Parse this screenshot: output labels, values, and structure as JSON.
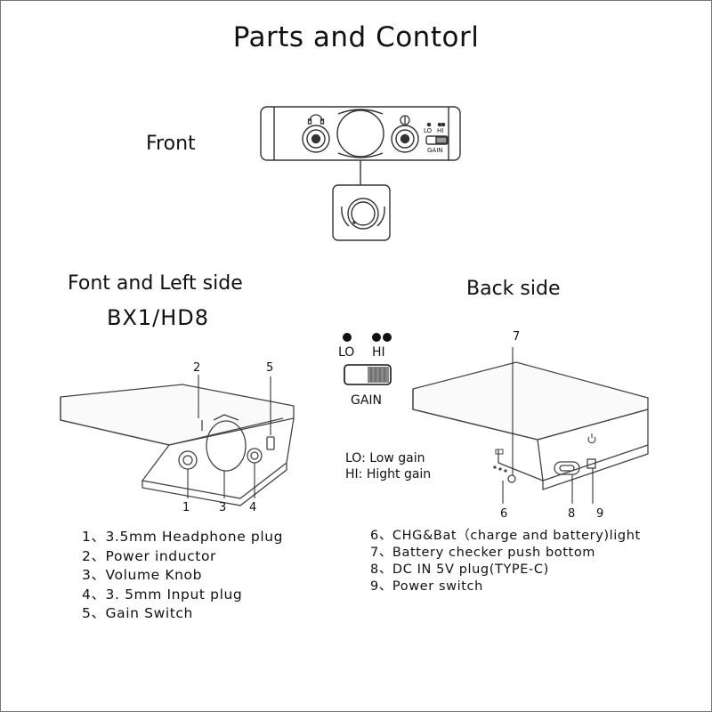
{
  "title": "Parts and Contorl",
  "front": {
    "label": "Front",
    "panel_text": {
      "lo": "LO",
      "hi": "HI",
      "gain": "GAIN"
    }
  },
  "left_section": {
    "label": "Font and Left side",
    "model": "BX1/HD8",
    "callouts": [
      "1",
      "2",
      "3",
      "4",
      "5"
    ]
  },
  "back_section": {
    "label": "Back side",
    "callouts": [
      "6",
      "7",
      "8",
      "9"
    ]
  },
  "gain_switch": {
    "lo": "LO",
    "hi": "HI",
    "gain": "GAIN",
    "legend": [
      "LO: Low gain",
      "HI: Hight gain"
    ]
  },
  "parts_left": [
    "1、3.5mm Headphone plug",
    "2、Power inductor",
    "3、Volume Knob",
    "4、3. 5mm Input plug",
    "5、Gain Switch"
  ],
  "parts_right": [
    "6、CHG&Bat（charge and battery)light",
    "7、Battery checker push bottom",
    "8、DC  IN  5V plug(TYPE-C)",
    "9、Power switch"
  ],
  "icons": [
    "headphone-icon",
    "input-icon",
    "power-icon",
    "battery-icon"
  ]
}
